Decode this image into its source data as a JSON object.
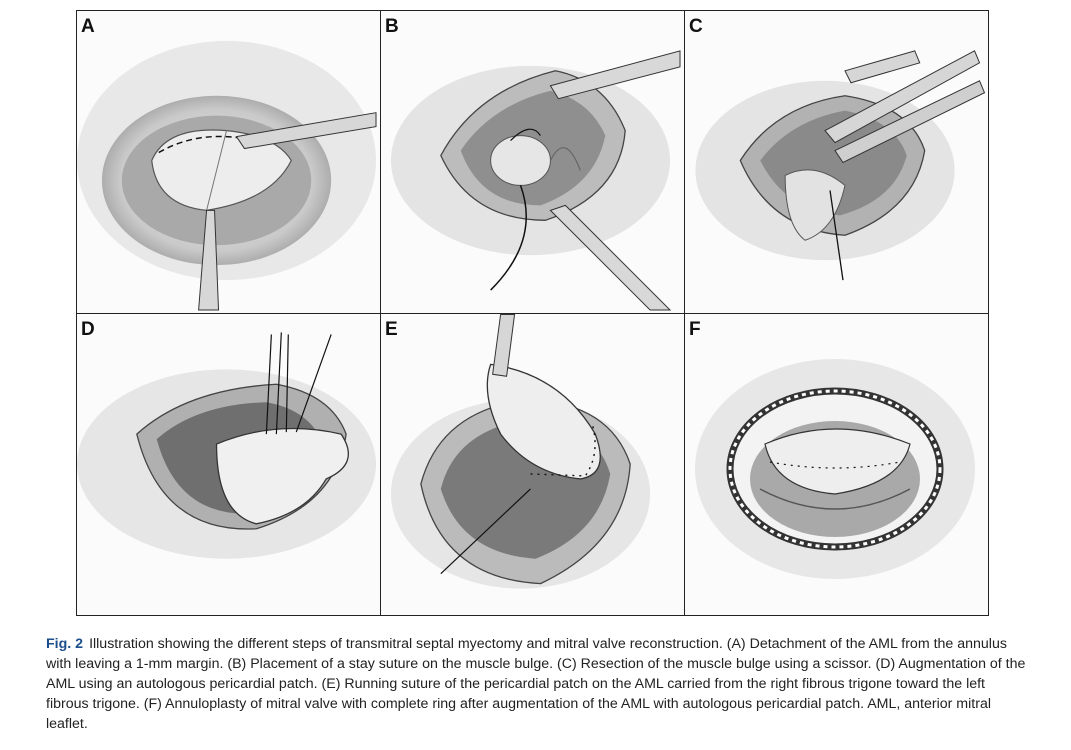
{
  "figure": {
    "panels": [
      {
        "letter": "A"
      },
      {
        "letter": "B"
      },
      {
        "letter": "C"
      },
      {
        "letter": "D"
      },
      {
        "letter": "E"
      },
      {
        "letter": "F"
      }
    ]
  },
  "caption": {
    "label": "Fig. 2",
    "text": "Illustration showing the different steps of transmitral septal myectomy and mitral valve reconstruction. (A) Detachment of the AML from the annulus with leaving a 1-mm margin. (B) Placement of a stay suture on the muscle bulge. (C) Resection of the muscle bulge using a scissor. (D) Augmentation of the AML using an autologous pericardial patch. (E) Running suture of the pericardial patch on the AML carried from the right fibrous trigone toward the left fibrous trigone. (F) Annuloplasty of mitral valve with complete ring after augmentation of the AML with autologous pericardial patch. AML, anterior mitral leaflet."
  }
}
